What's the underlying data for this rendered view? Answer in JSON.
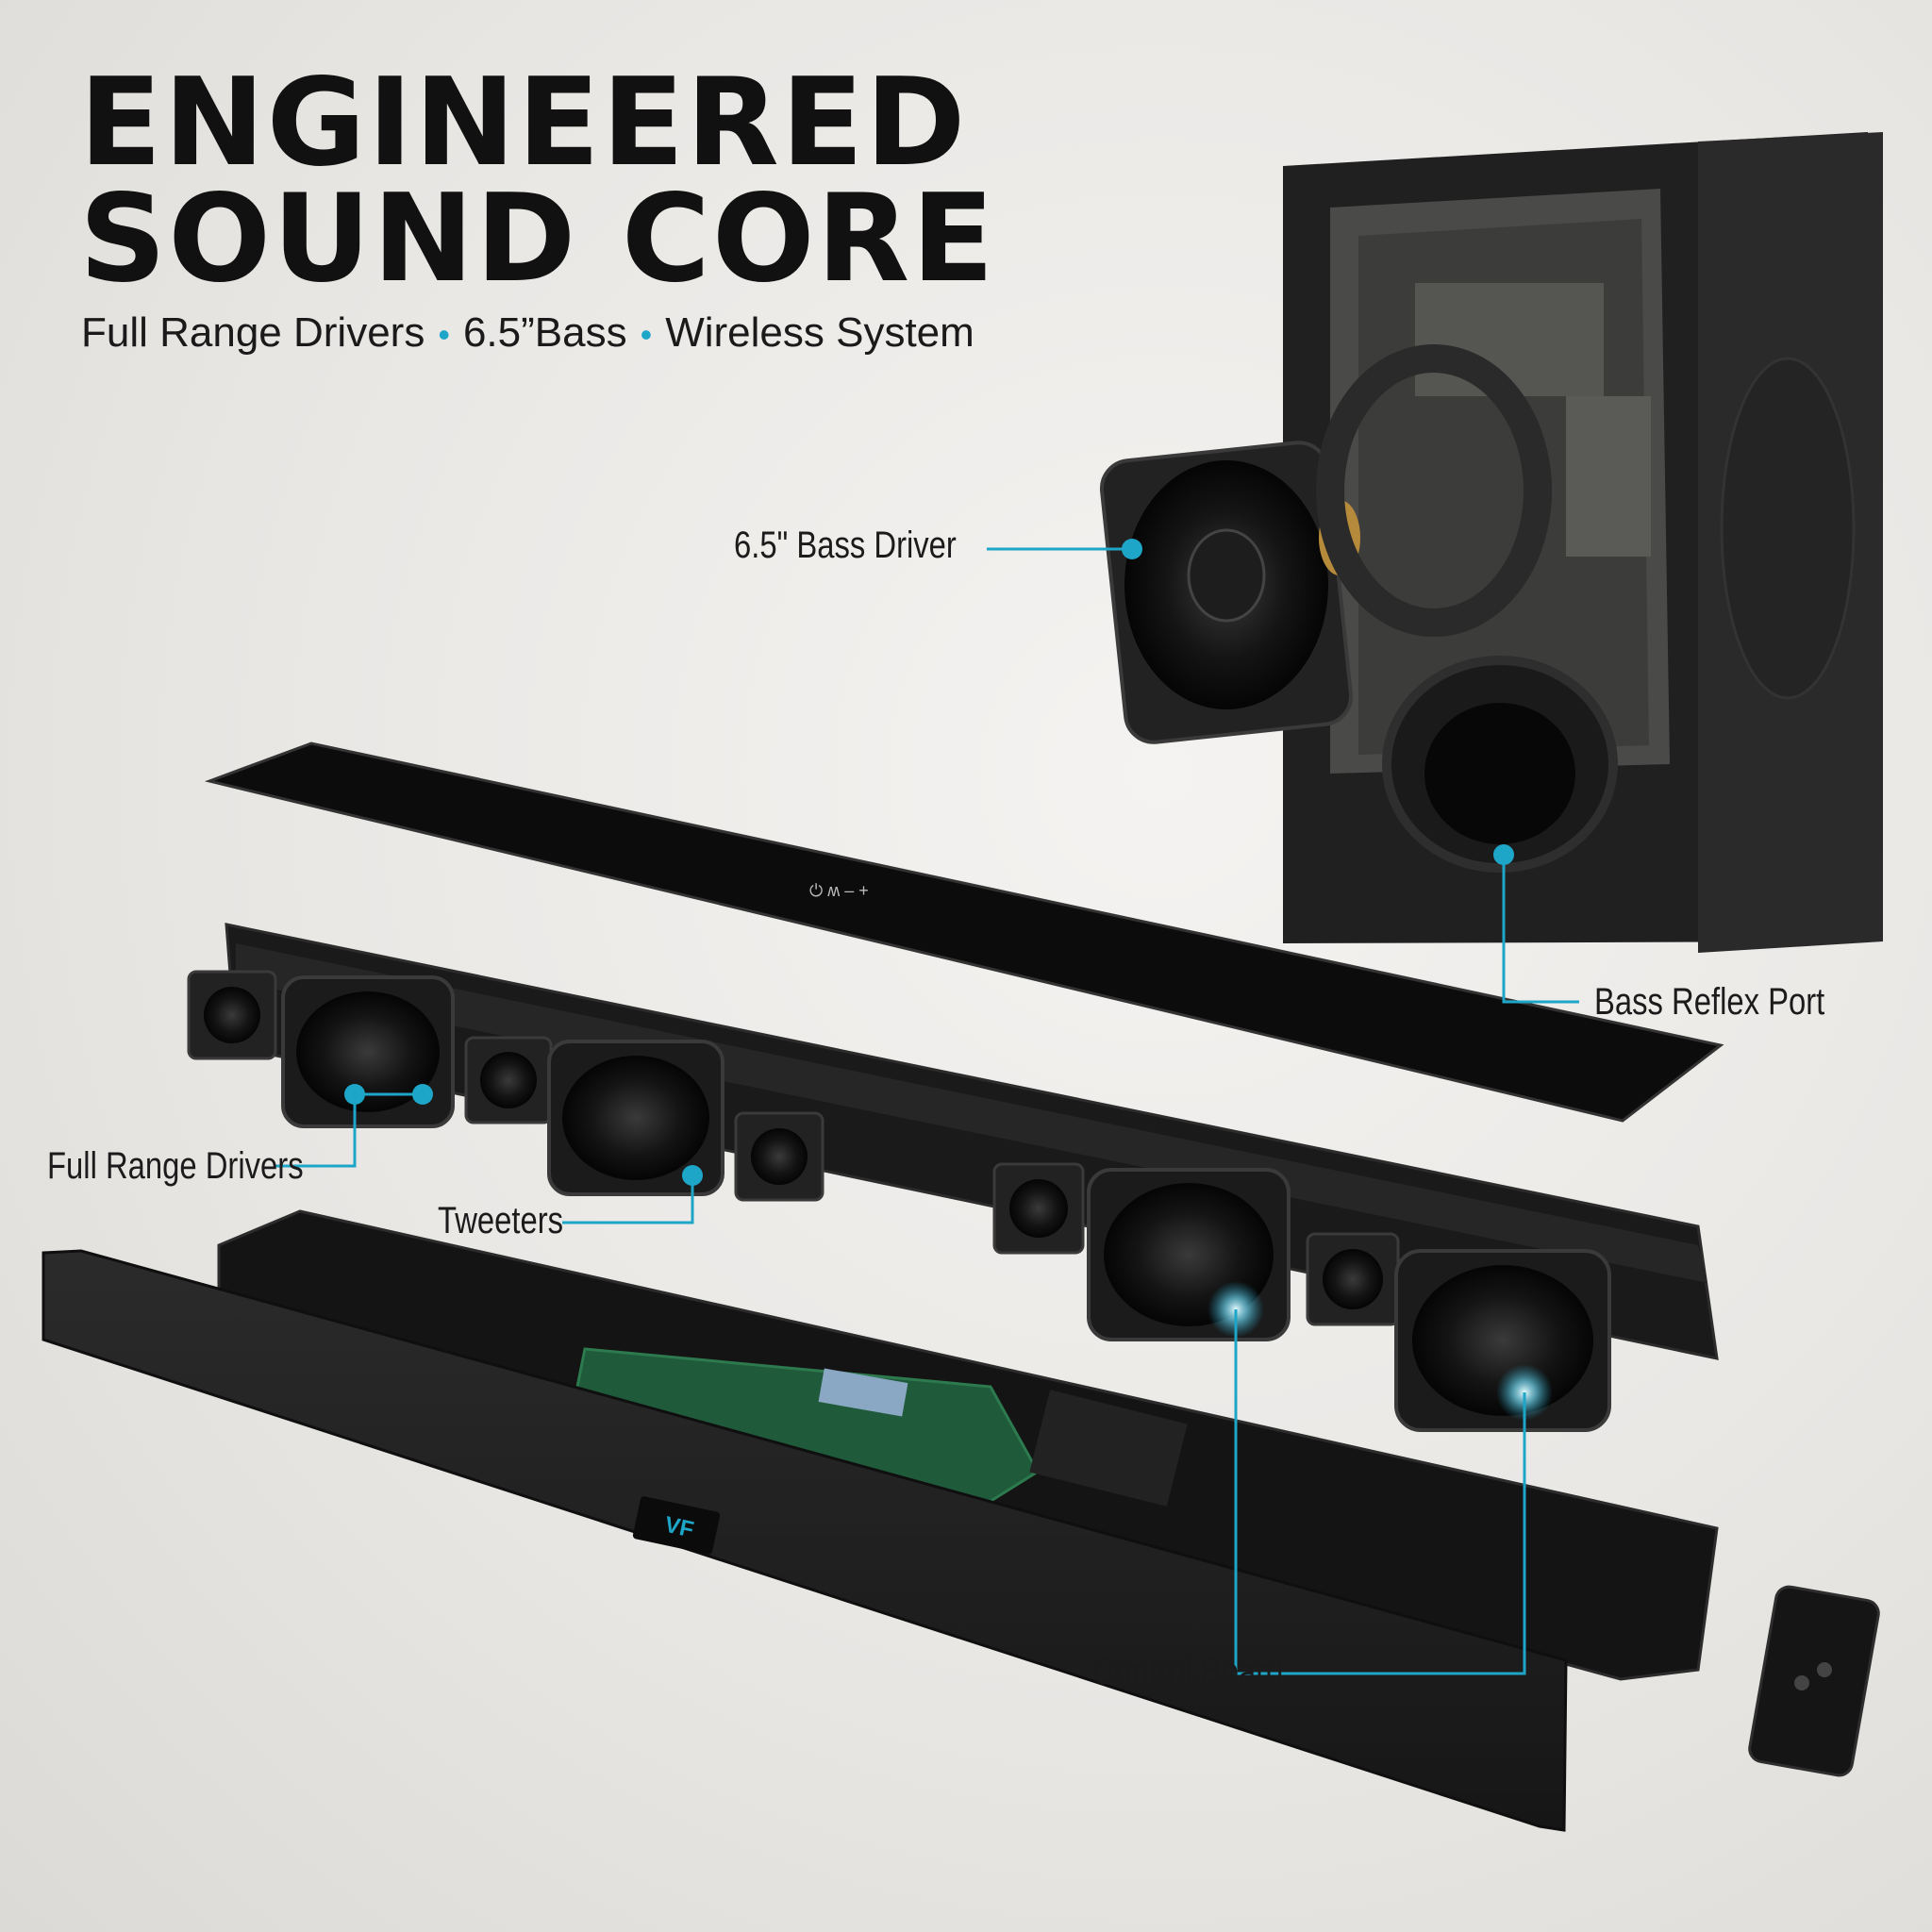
{
  "headline": {
    "line1": "ENGINEERED",
    "line2": "SOUND CORE"
  },
  "subline": {
    "items": [
      "Full Range Drivers",
      "6.5”Bass",
      "Wireless System"
    ],
    "separator": "•"
  },
  "callouts": {
    "bass_driver": "6.5\" Bass Driver",
    "bass_port": "Bass Reflex Port",
    "full_range": "Full Range Drivers",
    "tweeters": "Tweeters",
    "control_board": "Control Board"
  },
  "colors": {
    "accent": "#1ea6c9",
    "text": "#111111",
    "product": "#1c1c1c"
  }
}
